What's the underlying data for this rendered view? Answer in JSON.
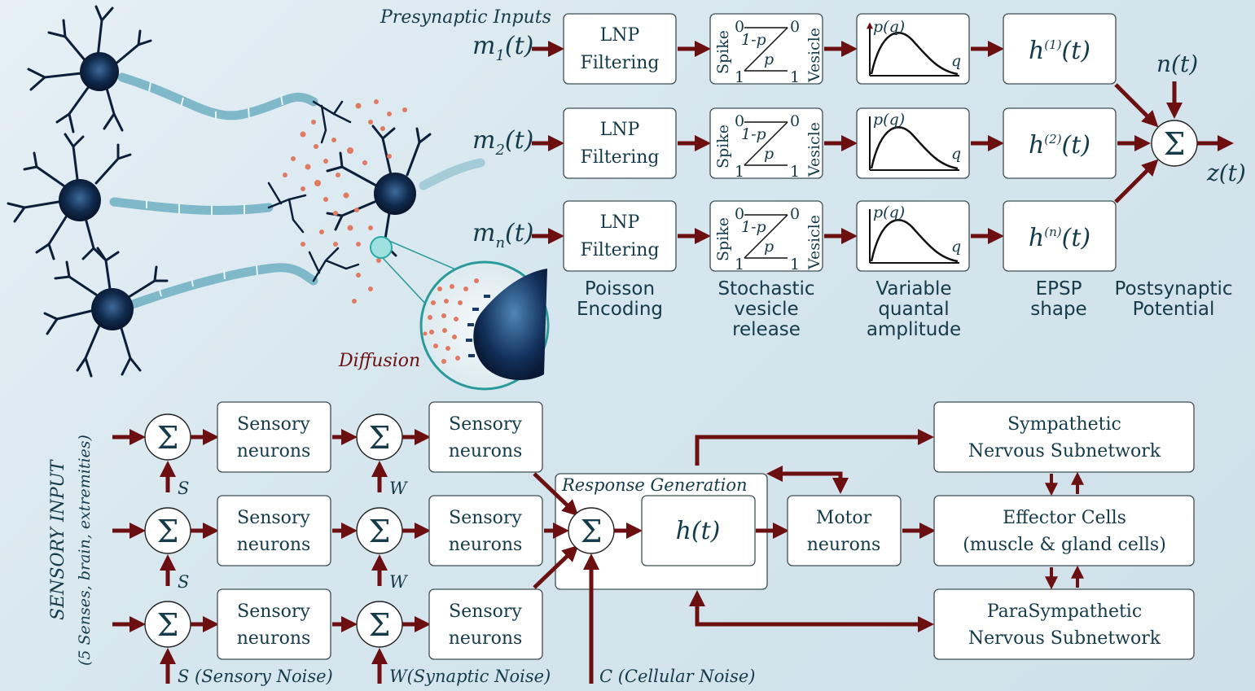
{
  "top": {
    "presynaptic_inputs": "Presynaptic Inputs",
    "inputs": [
      {
        "base": "m",
        "sub": "1",
        "arg": "(t)"
      },
      {
        "base": "m",
        "sub": "2",
        "arg": "(t)"
      },
      {
        "base": "m",
        "sub": "n",
        "arg": "(t)"
      }
    ],
    "lnp": {
      "line1": "LNP",
      "line2": "Filtering"
    },
    "release": {
      "spike": "Spike",
      "vesicle": "Vesicle",
      "zero": "0",
      "one": "1",
      "one_minus_p": "1-p",
      "p": "p"
    },
    "quantal": {
      "pq": "p(q)",
      "q": "q"
    },
    "epsp": [
      {
        "base": "h",
        "sup": "(1)",
        "arg": "(t)"
      },
      {
        "base": "h",
        "sup": "(2)",
        "arg": "(t)"
      },
      {
        "base": "h",
        "sup": "(n)",
        "arg": "(t)"
      }
    ],
    "noise": "n(t)",
    "sum_symbol": "Σ",
    "output": "z(t)",
    "captions": {
      "poisson": [
        "Poisson",
        "Encoding"
      ],
      "stochastic": [
        "Stochastic",
        "vesicle",
        "release"
      ],
      "variable": [
        "Variable",
        "quantal",
        "amplitude"
      ],
      "epsp": [
        "EPSP",
        "shape"
      ],
      "postsynaptic": [
        "Postsynaptic",
        "Potential"
      ]
    },
    "diffusion": "Diffusion"
  },
  "bottom": {
    "side_label_1": "SENSORY INPUT",
    "side_label_2": "(5 Senses, brain, extremities)",
    "sensory": [
      "Sensory",
      "neurons"
    ],
    "s_label": "S",
    "w_label": "W",
    "s_noise": "S (Sensory Noise)",
    "w_noise": "W(Synaptic Noise)",
    "c_noise": "C (Cellular Noise)",
    "response_generation": "Response Generation",
    "h_t": "h(t)",
    "motor": [
      "Motor",
      "neurons"
    ],
    "sympathetic": [
      "Sympathetic",
      "Nervous Subnetwork"
    ],
    "effector": [
      "Effector Cells",
      "(muscle & gland cells)"
    ],
    "parasympathetic": [
      "ParaSympathetic",
      "Nervous Subnetwork"
    ]
  },
  "colors": {
    "arrow": "#6b0f10",
    "text": "#153a4a",
    "background": "#dbe8ef"
  }
}
